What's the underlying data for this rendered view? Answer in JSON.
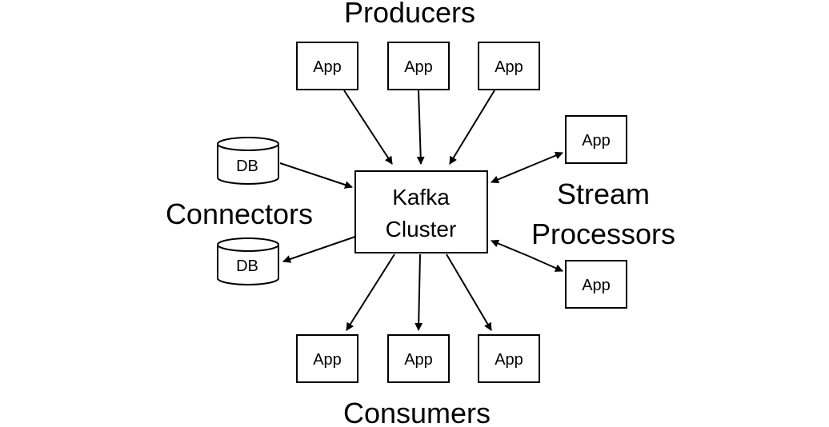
{
  "labels": {
    "producers": "Producers",
    "consumers": "Consumers",
    "connectors": "Connectors",
    "stream_line1": "Stream",
    "stream_line2": "Processors"
  },
  "cluster": {
    "line1": "Kafka",
    "line2": "Cluster"
  },
  "producers": [
    "App",
    "App",
    "App"
  ],
  "consumers": [
    "App",
    "App",
    "App"
  ],
  "stream_processors": [
    "App",
    "App"
  ],
  "connectors": [
    "DB",
    "DB"
  ]
}
